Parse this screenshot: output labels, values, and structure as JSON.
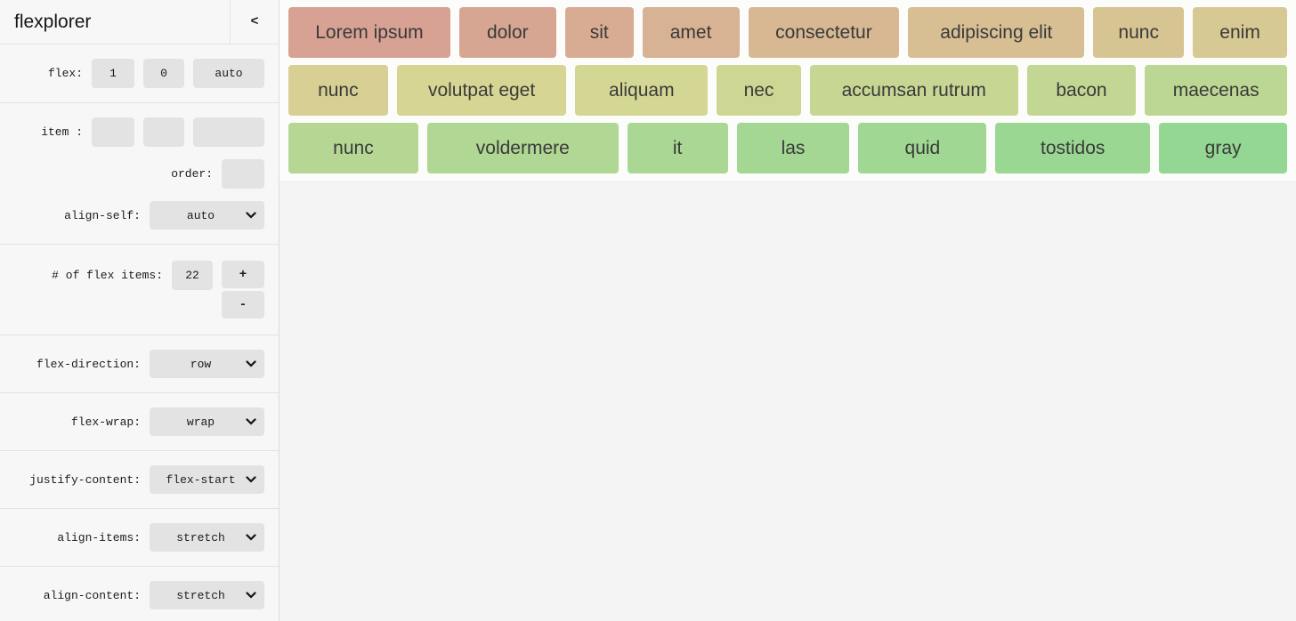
{
  "sidebar": {
    "title": "flexplorer",
    "collapse_icon": "<",
    "flex": {
      "label": "flex:",
      "grow": "1",
      "shrink": "0",
      "basis": "auto"
    },
    "item": {
      "label": "item :",
      "grow": "",
      "shrink": "",
      "basis": ""
    },
    "order": {
      "label": "order:",
      "value": ""
    },
    "align_self": {
      "label": "align-self:",
      "value": "auto"
    },
    "count": {
      "label": "# of flex items:",
      "value": "22",
      "increment_label": "+",
      "decrement_label": "-"
    },
    "selects": [
      {
        "label": "flex-direction:",
        "value": "row"
      },
      {
        "label": "flex-wrap:",
        "value": "wrap"
      },
      {
        "label": "justify-content:",
        "value": "flex-start"
      },
      {
        "label": "align-items:",
        "value": "stretch"
      },
      {
        "label": "align-content:",
        "value": "stretch"
      }
    ]
  },
  "main": {
    "items": [
      {
        "label": "Lorem ipsum",
        "color": "#d7a193"
      },
      {
        "label": "dolor",
        "color": "#d7a693"
      },
      {
        "label": "sit",
        "color": "#d7ac93"
      },
      {
        "label": "amet",
        "color": "#d7b293"
      },
      {
        "label": "consectetur",
        "color": "#d7b893"
      },
      {
        "label": "adipiscing elit",
        "color": "#d7be93"
      },
      {
        "label": "nunc",
        "color": "#d7c493"
      },
      {
        "label": "enim",
        "color": "#d7c993"
      },
      {
        "label": "nunc",
        "color": "#d7cf93"
      },
      {
        "label": "volutpat eget",
        "color": "#d7d593"
      },
      {
        "label": "aliquam",
        "color": "#d3d793"
      },
      {
        "label": "nec",
        "color": "#cdd793"
      },
      {
        "label": "accumsan rutrum",
        "color": "#c7d793"
      },
      {
        "label": "bacon",
        "color": "#c2d793"
      },
      {
        "label": "maecenas",
        "color": "#bcd793"
      },
      {
        "label": "nunc",
        "color": "#b6d793"
      },
      {
        "label": "voldermere",
        "color": "#b0d793"
      },
      {
        "label": "it",
        "color": "#aad793"
      },
      {
        "label": "las",
        "color": "#a4d793"
      },
      {
        "label": "quid",
        "color": "#9fd793"
      },
      {
        "label": "tostidos",
        "color": "#99d793"
      },
      {
        "label": "gray",
        "color": "#93d793"
      }
    ]
  }
}
